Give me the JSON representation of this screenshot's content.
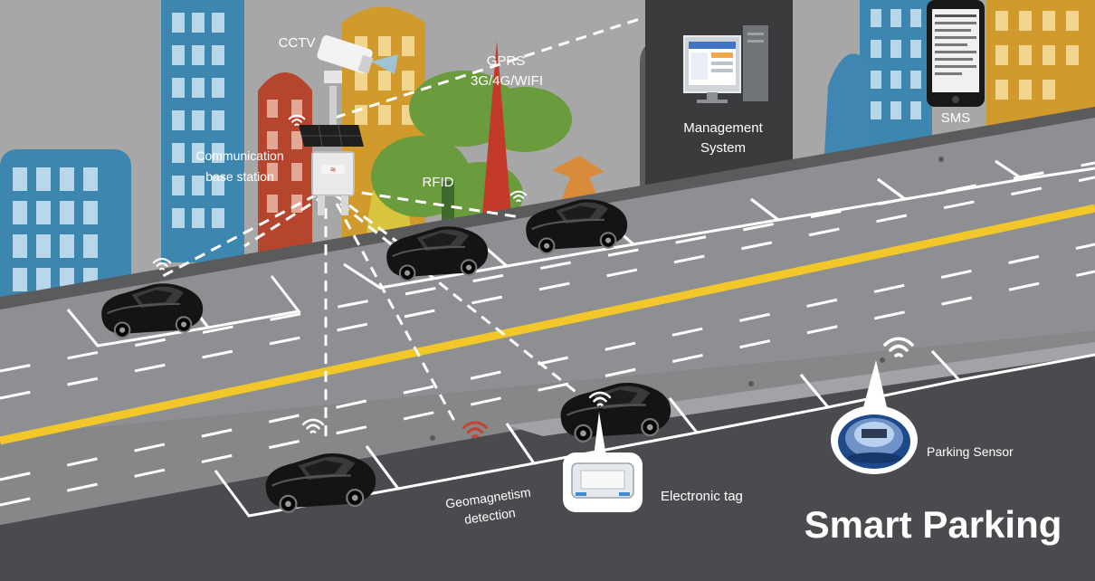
{
  "title": "Smart Parking",
  "labels": {
    "cctv": "CCTV",
    "gprs_line1": "GPRS",
    "gprs_line2": "3G/4G/WIFI",
    "management_line1": "Management",
    "management_line2": "System",
    "sms": "SMS",
    "base_station_line1": "Communication",
    "base_station_line2": "base station",
    "rfid": "RFID",
    "geomagnetism_line1": "Geomagnetism",
    "geomagnetism_line2": "detection",
    "electronic_tag": "Electronic tag",
    "parking_sensor": "Parking Sensor"
  },
  "colors": {
    "sky": "#a7a7a7",
    "building_blue": "#3d86b0",
    "building_red": "#b5452c",
    "building_orange": "#d09a2d",
    "tree_green": "#6a9b3c",
    "road": "#8d8f92",
    "center_line": "#f2c72a",
    "management_panel": "#3b3b3d"
  }
}
